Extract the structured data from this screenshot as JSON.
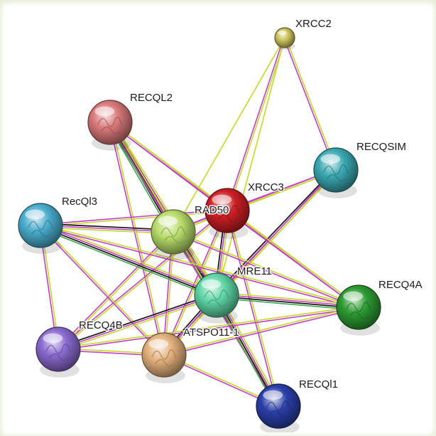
{
  "colors": {
    "edge_types": [
      "#c4d82a",
      "#c53dc5",
      "#1b1b1b",
      "#3ea84e"
    ]
  },
  "nodes": [
    {
      "id": "XRCC2",
      "label": "XRCC2",
      "color": "#c9c25a",
      "size": "small"
    },
    {
      "id": "RECQL2",
      "label": "RECQL2",
      "color": "#d9787a",
      "size": "large"
    },
    {
      "id": "RECQSIM",
      "label": "RECQSIM",
      "color": "#3aa8b2",
      "size": "large"
    },
    {
      "id": "XRCC3",
      "label": "XRCC3",
      "color": "#cc1f24",
      "size": "large"
    },
    {
      "id": "RAD50",
      "label": "RAD50",
      "color": "#b8dc6a",
      "size": "large"
    },
    {
      "id": "RecQl3",
      "label": "RecQl3",
      "color": "#4aaccd",
      "size": "large"
    },
    {
      "id": "MRE11",
      "label": "MRE11",
      "color": "#5fd6a6",
      "size": "large"
    },
    {
      "id": "RECQ4A",
      "label": "RECQ4A",
      "color": "#2c9a32",
      "size": "large"
    },
    {
      "id": "RECQ4B",
      "label": "RECQ4B",
      "color": "#8a6ad0",
      "size": "large"
    },
    {
      "id": "ATSPO11-1",
      "label": "ATSPO11-1",
      "color": "#e3b07c",
      "size": "large"
    },
    {
      "id": "RECQl1",
      "label": "RECQl1",
      "color": "#2a3fa8",
      "size": "large"
    }
  ],
  "edges": [
    {
      "source": "XRCC2",
      "target": "XRCC3",
      "types": [
        0,
        1
      ]
    },
    {
      "source": "XRCC2",
      "target": "RECQSIM",
      "types": [
        0,
        1
      ]
    },
    {
      "source": "XRCC2",
      "target": "RAD50",
      "types": [
        0
      ]
    },
    {
      "source": "XRCC2",
      "target": "MRE11",
      "types": [
        0
      ]
    },
    {
      "source": "RECQL2",
      "target": "RAD50",
      "types": [
        0,
        1,
        2,
        3
      ]
    },
    {
      "source": "RECQL2",
      "target": "XRCC3",
      "types": [
        0,
        1
      ]
    },
    {
      "source": "RECQL2",
      "target": "MRE11",
      "types": [
        0,
        1,
        2,
        3
      ]
    },
    {
      "source": "RECQL2",
      "target": "ATSPO11-1",
      "types": [
        0,
        1
      ]
    },
    {
      "source": "RECQL2",
      "target": "RECQ4A",
      "types": [
        0,
        1
      ]
    },
    {
      "source": "RECQL2",
      "target": "RECQl1",
      "types": [
        0,
        1
      ]
    },
    {
      "source": "RECQSIM",
      "target": "XRCC3",
      "types": [
        0,
        1
      ]
    },
    {
      "source": "RECQSIM",
      "target": "RAD50",
      "types": [
        0,
        1
      ]
    },
    {
      "source": "RECQSIM",
      "target": "MRE11",
      "types": [
        0,
        1,
        2
      ]
    },
    {
      "source": "RECQSIM",
      "target": "ATSPO11-1",
      "types": [
        0,
        1
      ]
    },
    {
      "source": "XRCC3",
      "target": "RAD50",
      "types": [
        0,
        1
      ]
    },
    {
      "source": "XRCC3",
      "target": "MRE11",
      "types": [
        0,
        1,
        2
      ]
    },
    {
      "source": "XRCC3",
      "target": "RecQl3",
      "types": [
        0,
        1
      ]
    },
    {
      "source": "XRCC3",
      "target": "RECQ4B",
      "types": [
        0,
        1
      ]
    },
    {
      "source": "XRCC3",
      "target": "ATSPO11-1",
      "types": [
        0,
        1
      ]
    },
    {
      "source": "XRCC3",
      "target": "RECQ4A",
      "types": [
        0,
        1
      ]
    },
    {
      "source": "XRCC3",
      "target": "RECQl1",
      "types": [
        0,
        1
      ]
    },
    {
      "source": "RAD50",
      "target": "MRE11",
      "types": [
        0,
        1,
        2,
        3
      ]
    },
    {
      "source": "RAD50",
      "target": "RecQl3",
      "types": [
        0,
        1,
        2
      ]
    },
    {
      "source": "RAD50",
      "target": "RECQ4B",
      "types": [
        0,
        1
      ]
    },
    {
      "source": "RAD50",
      "target": "ATSPO11-1",
      "types": [
        0,
        1
      ]
    },
    {
      "source": "RAD50",
      "target": "RECQ4A",
      "types": [
        0,
        1
      ]
    },
    {
      "source": "RAD50",
      "target": "RECQl1",
      "types": [
        0,
        1
      ]
    },
    {
      "source": "RecQl3",
      "target": "MRE11",
      "types": [
        0,
        1,
        2,
        3
      ]
    },
    {
      "source": "RecQl3",
      "target": "RECQ4A",
      "types": [
        0,
        1
      ]
    },
    {
      "source": "RecQl3",
      "target": "ATSPO11-1",
      "types": [
        0,
        1
      ]
    },
    {
      "source": "RecQl3",
      "target": "RECQ4B",
      "types": [
        0,
        1
      ]
    },
    {
      "source": "MRE11",
      "target": "RECQ4A",
      "types": [
        0,
        1,
        2,
        3
      ]
    },
    {
      "source": "MRE11",
      "target": "RECQ4B",
      "types": [
        0,
        1,
        2
      ]
    },
    {
      "source": "MRE11",
      "target": "ATSPO11-1",
      "types": [
        0,
        1,
        2
      ]
    },
    {
      "source": "MRE11",
      "target": "RECQl1",
      "types": [
        0,
        1,
        2,
        3
      ]
    },
    {
      "source": "RECQ4B",
      "target": "ATSPO11-1",
      "types": [
        0,
        1
      ]
    },
    {
      "source": "RECQ4B",
      "target": "RECQ4A",
      "types": [
        0,
        1
      ]
    },
    {
      "source": "ATSPO11-1",
      "target": "RECQl1",
      "types": [
        0,
        1
      ]
    },
    {
      "source": "ATSPO11-1",
      "target": "RECQ4A",
      "types": [
        0,
        1
      ]
    }
  ]
}
